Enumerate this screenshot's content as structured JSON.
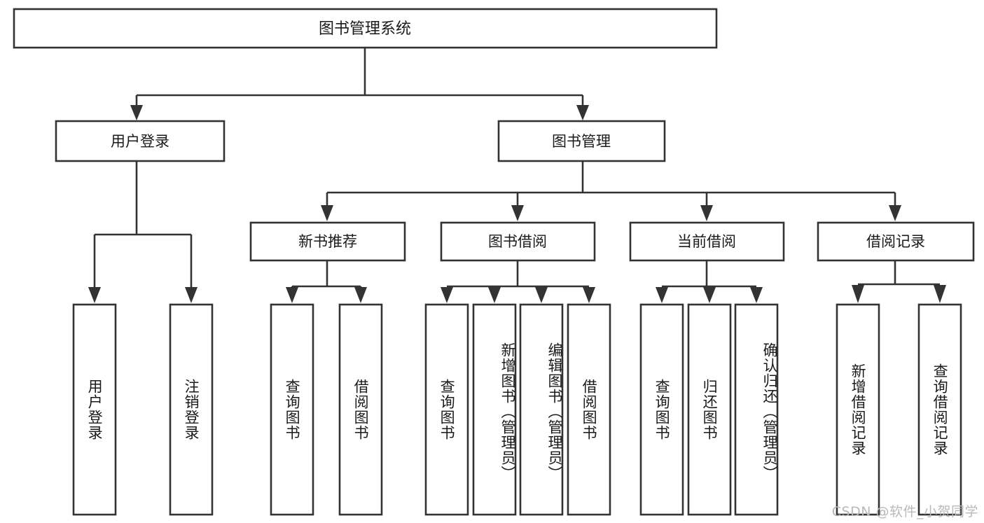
{
  "diagram": {
    "type": "tree",
    "title": "图书管理系统",
    "orientation": "top-down",
    "colors": {
      "box_stroke": "#333333",
      "box_fill": "#ffffff",
      "text": "#1a1a1a",
      "background": "#ffffff",
      "watermark": "#b9b9b9"
    },
    "root": {
      "label": "图书管理系统",
      "children": [
        {
          "label": "用户登录",
          "children": [
            {
              "label": "用户登录"
            },
            {
              "label": "注销登录"
            }
          ]
        },
        {
          "label": "图书管理",
          "children": [
            {
              "label": "新书推荐",
              "children": [
                {
                  "label": "查询图书"
                },
                {
                  "label": "借阅图书"
                }
              ]
            },
            {
              "label": "图书借阅",
              "children": [
                {
                  "label": "查询图书"
                },
                {
                  "label": "新增图书（管理员）"
                },
                {
                  "label": "编辑图书（管理员）"
                },
                {
                  "label": "借阅图书"
                }
              ]
            },
            {
              "label": "当前借阅",
              "children": [
                {
                  "label": "查询图书"
                },
                {
                  "label": "归还图书"
                },
                {
                  "label": "确认归还（管理员）"
                }
              ]
            },
            {
              "label": "借阅记录",
              "children": [
                {
                  "label": "新增借阅记录"
                },
                {
                  "label": "查询借阅记录"
                }
              ]
            }
          ]
        }
      ]
    },
    "nodes": {
      "root": "图书管理系统",
      "user_login": "用户登录",
      "book_manage": "图书管理",
      "new_book_rec": "新书推荐",
      "book_borrow": "图书借阅",
      "current_borrow": "当前借阅",
      "borrow_record": "借阅记录",
      "leaf_user_login": "用户登录",
      "leaf_logout": "注销登录",
      "leaf_query_book_1": "查询图书",
      "leaf_borrow_book_1": "借阅图书",
      "leaf_query_book_2": "查询图书",
      "leaf_add_book_admin": "新增图书（管理员）",
      "leaf_edit_book_admin": "编辑图书（管理员）",
      "leaf_borrow_book_2": "借阅图书",
      "leaf_query_book_3": "查询图书",
      "leaf_return_book": "归还图书",
      "leaf_confirm_return_admin": "确认归还（管理员）",
      "leaf_add_record": "新增借阅记录",
      "leaf_query_record": "查询借阅记录"
    }
  },
  "watermark": {
    "text": "CSDN @软件_小贺同学"
  }
}
